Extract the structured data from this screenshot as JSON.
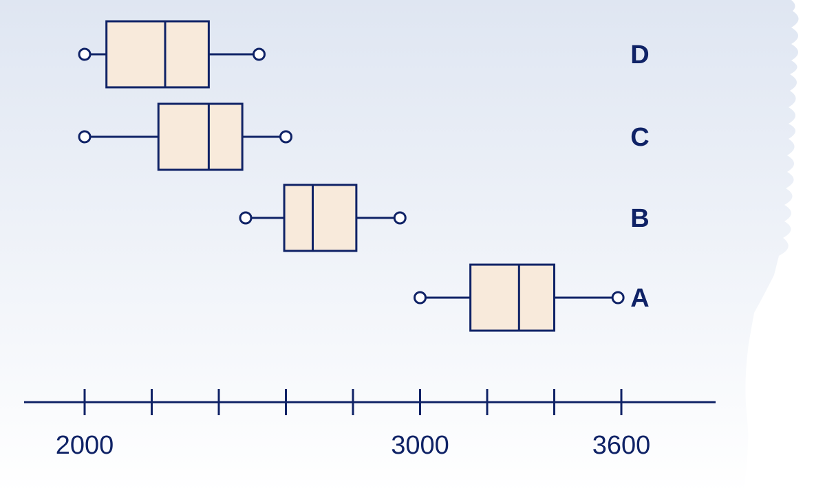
{
  "chart_data": {
    "type": "boxplot",
    "orientation": "horizontal",
    "title": "",
    "xlabel": "",
    "ylabel": "",
    "xlim": [
      1800,
      3900
    ],
    "tick_step": 200,
    "tick_values": [
      2000,
      2200,
      2400,
      2600,
      2800,
      3000,
      3200,
      3400,
      3600
    ],
    "tick_labels": [
      {
        "value": 2000,
        "label": "2000"
      },
      {
        "value": 3000,
        "label": "3000"
      },
      {
        "value": 3600,
        "label": "3600"
      }
    ],
    "grid": false,
    "series": [
      {
        "name": "D",
        "min": 2000,
        "q1": 2065,
        "median": 2240,
        "q3": 2370,
        "max": 2520
      },
      {
        "name": "C",
        "min": 2000,
        "q1": 2220,
        "median": 2370,
        "q3": 2470,
        "max": 2600
      },
      {
        "name": "B",
        "min": 2480,
        "q1": 2595,
        "median": 2680,
        "q3": 2810,
        "max": 2940
      },
      {
        "name": "A",
        "min": 3000,
        "q1": 3150,
        "median": 3295,
        "q3": 3400,
        "max": 3590
      }
    ]
  },
  "colors": {
    "stroke": "#0f2266",
    "box_fill": "#f8eadb",
    "background_top": "#dfe6f2",
    "background_bottom": "#ffffff"
  }
}
